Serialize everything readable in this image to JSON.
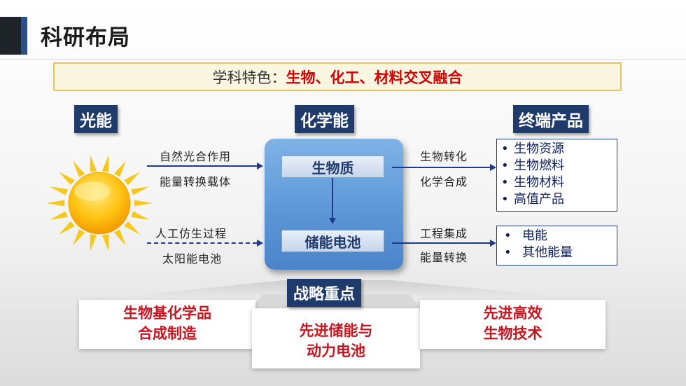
{
  "title": "科研布局",
  "feature": {
    "label": "学科特色：",
    "value": "生物、化工、材料交叉融合"
  },
  "headers": {
    "light": "光能",
    "chem": "化学能",
    "end": "终端产品"
  },
  "left_arrows": {
    "top": [
      "自然光合作用",
      "能量转换载体"
    ],
    "bottom": [
      "人工仿生过程",
      "太阳能电池"
    ]
  },
  "center": {
    "top": "生物质",
    "bottom": "储能电池"
  },
  "right_arrows": {
    "top": [
      "生物转化",
      "化学合成"
    ],
    "bottom": [
      "工程集成",
      "能量转换"
    ]
  },
  "products_top": [
    "生物资源",
    "生物燃料",
    "生物材料",
    "高值产品"
  ],
  "products_bottom": [
    "电能",
    "其他能量"
  ],
  "bullet": "•",
  "strategy": {
    "label": "战略重点",
    "left": [
      "生物基化学品",
      "合成制造"
    ],
    "mid": [
      "先进储能与",
      "动力电池"
    ],
    "right": [
      "先进高效",
      "生物技术"
    ]
  },
  "colors": {
    "header_bg": "#1f3b6b",
    "accent_red": "#c8141e",
    "feature_border": "#e9c45b"
  }
}
